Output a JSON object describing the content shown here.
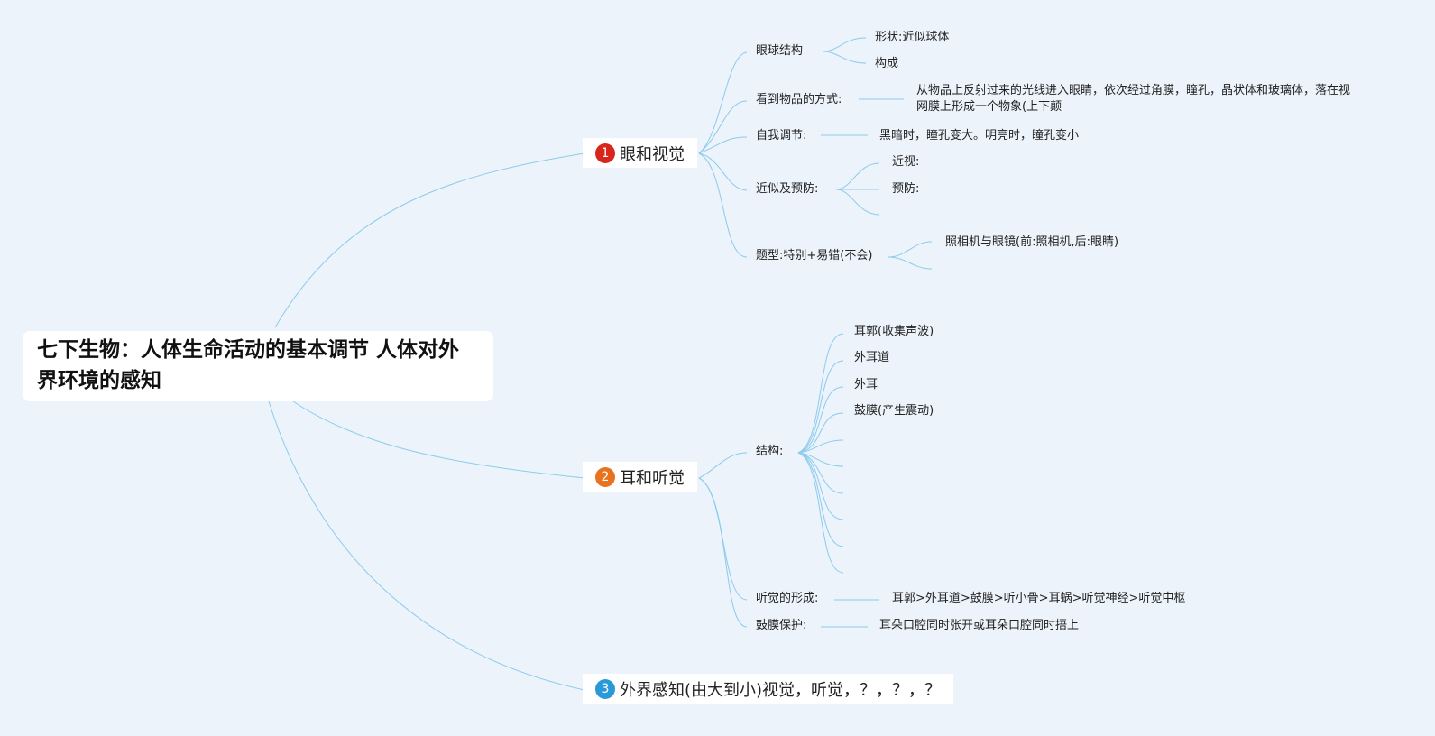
{
  "root": {
    "title": "七下生物：人体生命活动的基本调节 人体对外界环境的感知"
  },
  "colors": {
    "background": "#ecf3fa",
    "line": "#8ccbee",
    "topic1": "#d8261c",
    "topic2": "#e9721f",
    "topic3": "#2a9ad6"
  },
  "topics": [
    {
      "number": "1",
      "label": "眼和视觉",
      "children": [
        {
          "label": "眼球结构",
          "children": [
            "形状:近似球体",
            "构成"
          ]
        },
        {
          "label": "看到物品的方式:",
          "children": [
            "从物品上反射过来的光线进入眼睛，依次经过角膜，瞳孔，晶状体和玻璃体，落在视网膜上形成一个物象(上下颠"
          ]
        },
        {
          "label": "自我调节:",
          "children": [
            "黑暗时，瞳孔变大。明亮时，瞳孔变小"
          ]
        },
        {
          "label": "近似及预防:",
          "children": [
            "近视:",
            "预防:",
            ""
          ]
        },
        {
          "label": "题型:特别+易错(不会)",
          "children": [
            "照相机与眼镜(前:照相机,后:眼睛)",
            ""
          ]
        }
      ]
    },
    {
      "number": "2",
      "label": "耳和听觉",
      "children": [
        {
          "label": "结构:",
          "children": [
            "耳郭(收集声波)",
            "外耳道",
            "外耳",
            "鼓膜(产生震动)",
            "",
            "",
            "",
            "",
            "",
            ""
          ]
        },
        {
          "label": "听觉的形成:",
          "children": [
            "耳郭>外耳道>鼓膜>听小骨>耳蜗>听觉神经>听觉中枢"
          ]
        },
        {
          "label": "鼓膜保护:",
          "children": [
            "耳朵口腔同时张开或耳朵口腔同时捂上"
          ]
        }
      ]
    },
    {
      "number": "3",
      "label": "外界感知(由大到小)视觉，听觉，？，？，？",
      "children": []
    }
  ]
}
